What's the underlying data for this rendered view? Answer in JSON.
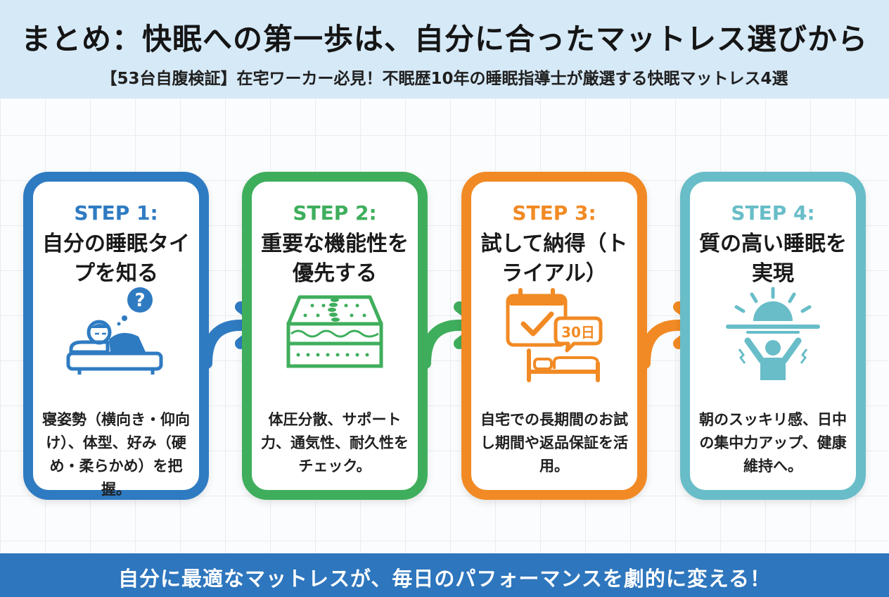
{
  "header": {
    "title": "まとめ：快眠への第一歩は、自分に合ったマットレス選びから",
    "subtitle": "【53台自腹検証】在宅ワーカー必見！不眠歴10年の睡眠指導士が厳選する快眠マットレス4選"
  },
  "steps": [
    {
      "label": "STEP 1:",
      "title": "自分の睡眠タイプを知る",
      "desc": "寝姿勢（横向き・仰向け）、体型、好み（硬め・柔らかめ）を把握。",
      "icon": "sleeping-person-question-icon",
      "color": "#2f7bc2"
    },
    {
      "label": "STEP 2:",
      "title": "重要な機能性を優先する",
      "desc": "体圧分散、サポート力、通気性、耐久性をチェック。",
      "icon": "mattress-spine-icon",
      "color": "#3fae5c"
    },
    {
      "label": "STEP 3:",
      "title": "試して納得（トライアル）",
      "desc": "自宅での長期間のお試し期間や返品保証を活用。",
      "icon": "calendar-bed-icon",
      "badge": "30日",
      "color": "#f18a24"
    },
    {
      "label": "STEP 4:",
      "title": "質の高い睡眠を実現",
      "desc": "朝のスッキリ感、日中の集中力アップ、健康維持へ。",
      "icon": "sunrise-person-icon",
      "color": "#68bdc8"
    }
  ],
  "footer": {
    "text": "自分に最適なマットレスが、毎日のパフォーマンスを劇的に変える！"
  }
}
